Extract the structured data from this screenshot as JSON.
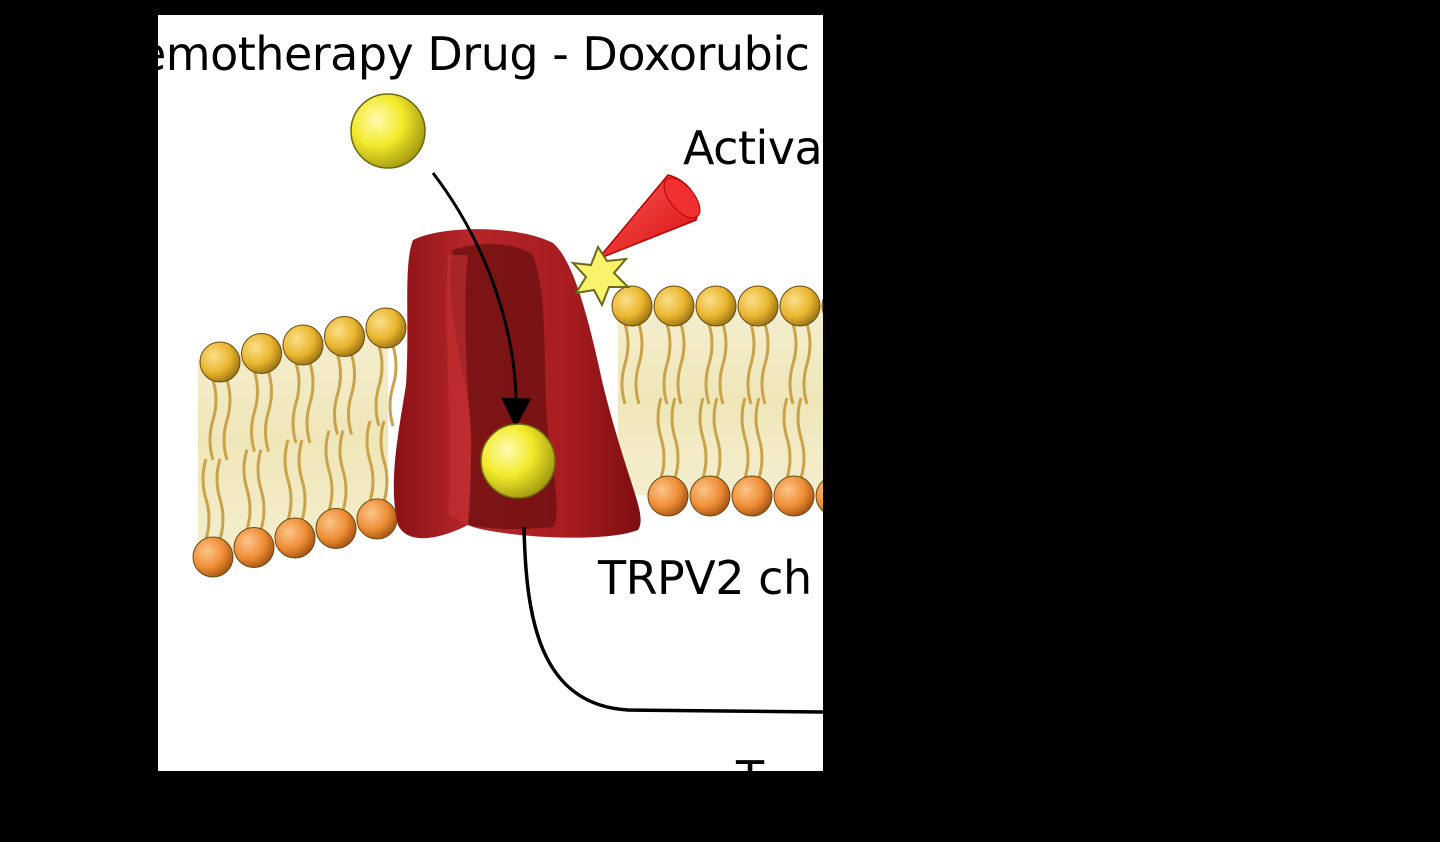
{
  "diagram": {
    "title_fragment": "emotherapy Drug - Doxorubic",
    "activation_fragment": "Activa",
    "channel_fragment": "TRPV2 ch",
    "bottom_fragment": "T",
    "colors": {
      "background": "#000000",
      "panel": "#ffffff",
      "channel": "#a8191c",
      "drug": "#f2ea2a",
      "upper_heads": "#e9b52e",
      "lower_heads": "#ee8d35",
      "tails": "#c9a24a",
      "laser": "#ee1c1c",
      "spark": "#f8f36a"
    },
    "icons": [
      "drug-molecule",
      "laser-cone",
      "activation-spark",
      "ion-channel",
      "lipid-bilayer",
      "arrow"
    ]
  }
}
